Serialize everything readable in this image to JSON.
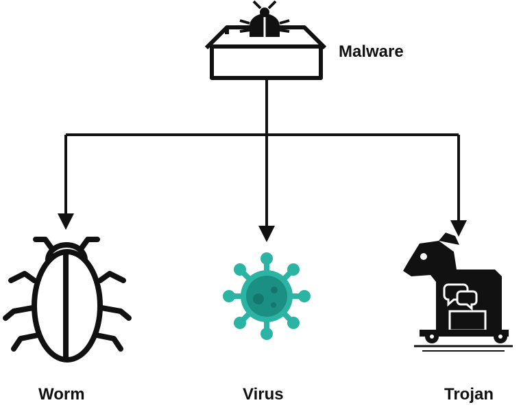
{
  "root": {
    "label": "Malware",
    "icon": "malware-box-bug-icon"
  },
  "children": [
    {
      "label": "Worm",
      "icon": "bug-icon"
    },
    {
      "label": "Virus",
      "icon": "virus-icon"
    },
    {
      "label": "Trojan",
      "icon": "trojan-horse-icon"
    }
  ],
  "colors": {
    "line": "#111111",
    "virus": "#2bb3a3",
    "virus_dark": "#1a8f82"
  }
}
